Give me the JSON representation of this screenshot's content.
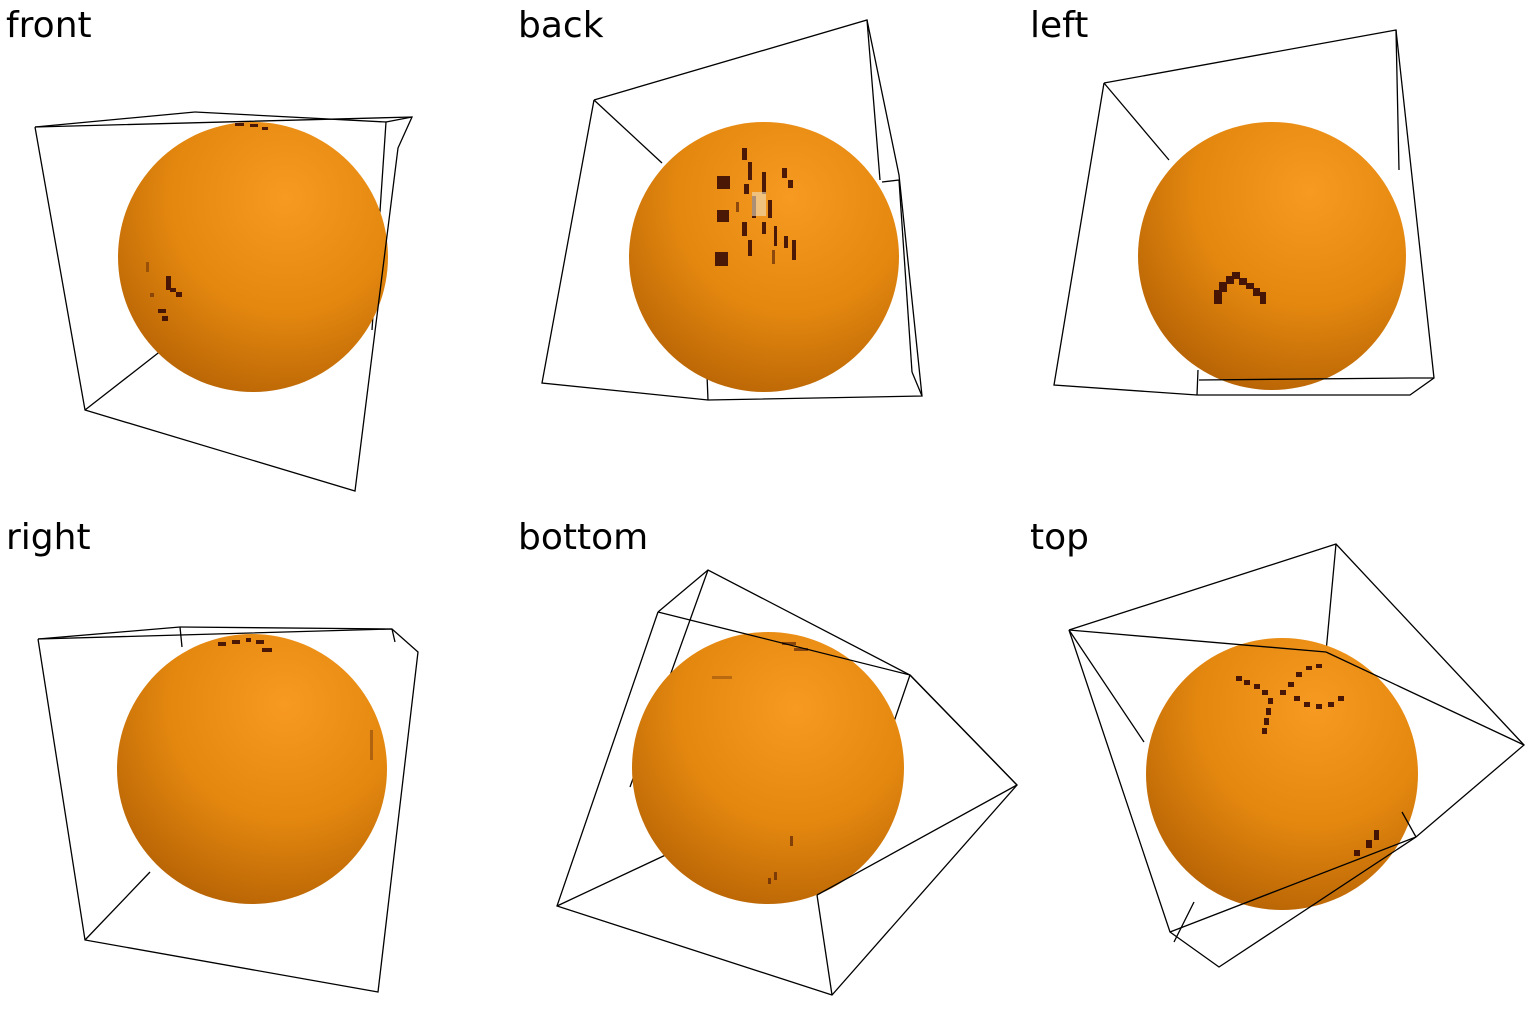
{
  "colors": {
    "sphere_light": "#f79a22",
    "sphere_mid": "#e3870f",
    "sphere_dark": "#b86405",
    "marking": "#3a0c05",
    "box_stroke": "#000000",
    "background": "#ffffff"
  },
  "views": [
    {
      "id": "front",
      "label": "front"
    },
    {
      "id": "back",
      "label": "back"
    },
    {
      "id": "left",
      "label": "left"
    },
    {
      "id": "right",
      "label": "right"
    },
    {
      "id": "bottom",
      "label": "bottom"
    },
    {
      "id": "top",
      "label": "top"
    }
  ]
}
